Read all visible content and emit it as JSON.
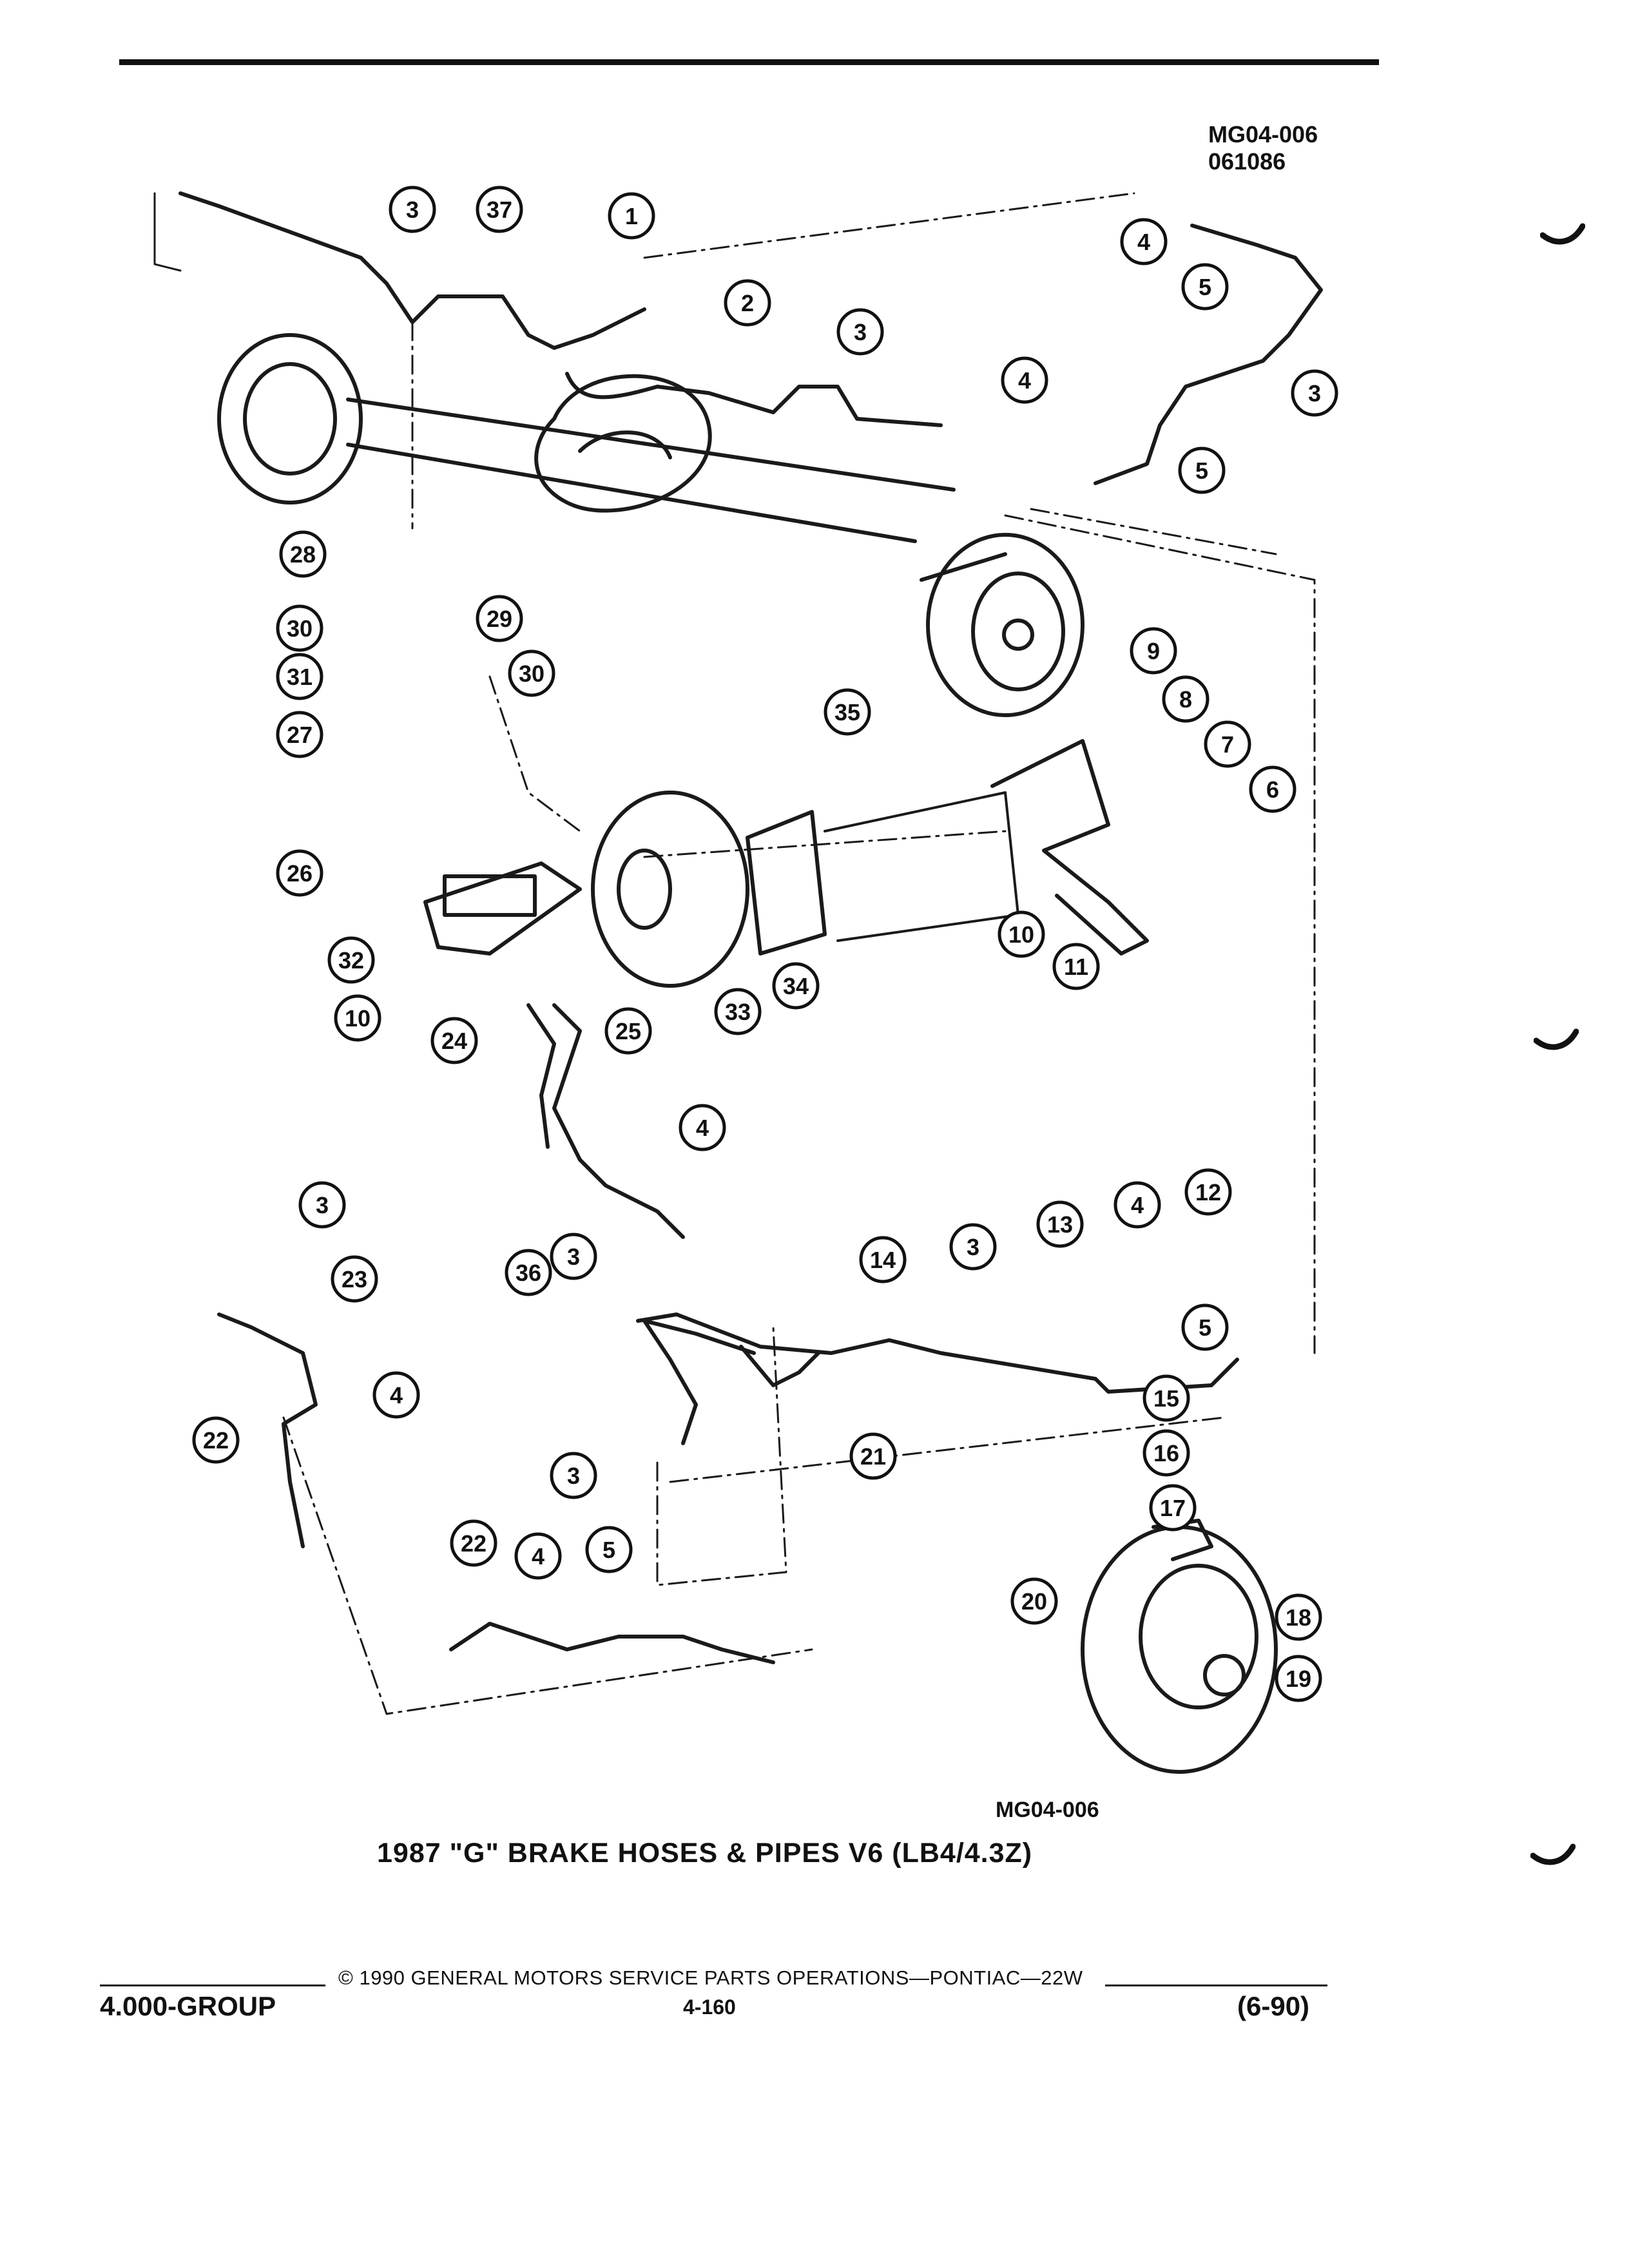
{
  "document": {
    "figure_id_top": "MG04-006",
    "figure_date_code": "061086",
    "figure_id_bottom": "MG04-006",
    "caption": "1987 \"G\" BRAKE HOSES & PIPES V6 (LB4/4.3Z)",
    "footer": {
      "copyright": "© 1990 GENERAL MOTORS SERVICE PARTS OPERATIONS—PONTIAC—22W",
      "group": "4.000-GROUP",
      "page_number": "4-160",
      "revision": "(6-90)"
    }
  },
  "callouts": [
    "1",
    "2",
    "3",
    "3",
    "3",
    "3",
    "3",
    "3",
    "3",
    "4",
    "4",
    "4",
    "4",
    "4",
    "4",
    "5",
    "5",
    "5",
    "5",
    "6",
    "7",
    "8",
    "9",
    "10",
    "10",
    "11",
    "12",
    "13",
    "14",
    "15",
    "16",
    "17",
    "18",
    "19",
    "20",
    "21",
    "22",
    "22",
    "23",
    "24",
    "25",
    "26",
    "27",
    "28",
    "29",
    "30",
    "30",
    "31",
    "32",
    "33",
    "34",
    "35",
    "36",
    "37"
  ]
}
